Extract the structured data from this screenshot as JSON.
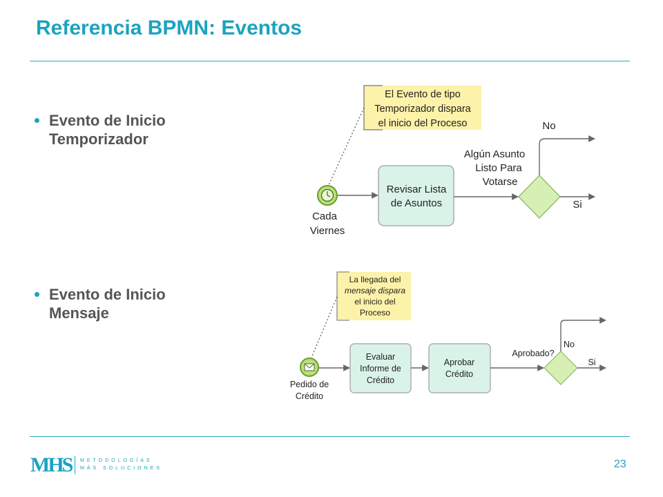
{
  "title": "Referencia BPMN: Eventos",
  "bullets": [
    {
      "line1": "Evento de Inicio",
      "line2": "Temporizador"
    },
    {
      "line1": "Evento de Inicio",
      "line2": "Mensaje"
    }
  ],
  "diagram1": {
    "annotation": [
      "El Evento de tipo",
      "Temporizador dispara",
      "el inicio del Proceso"
    ],
    "event_label": [
      "Cada",
      "Viernes"
    ],
    "task": [
      "Revisar Lista",
      "de Asuntos"
    ],
    "gateway_question": [
      "Algún Asunto",
      "Listo Para",
      "Votarse"
    ],
    "branch_no": "No",
    "branch_yes": "Si"
  },
  "diagram2": {
    "annotation": [
      "La llegada del",
      "mensaje dispara",
      "el inicio del",
      "Proceso"
    ],
    "event_label": [
      "Pedido de",
      "Crédito"
    ],
    "task1": [
      "Evaluar",
      "Informe de",
      "Crédito"
    ],
    "task2": [
      "Aprobar",
      "Crédito"
    ],
    "gateway_question": "Aprobado?",
    "branch_no": "No",
    "branch_yes": "Si"
  },
  "footer": {
    "logo_mark": "MHS",
    "logo_line1": "METODOLOGÍAS",
    "logo_line2": "MÁS SOLUCIONES",
    "page_number": "23"
  },
  "colors": {
    "accent": "#1ba3c0",
    "task_fill": "#d9f3e9",
    "gateway_fill": "#d6f0b4",
    "event_fill": "#b9e07c",
    "annotation_fill": "#fdf2a9"
  }
}
